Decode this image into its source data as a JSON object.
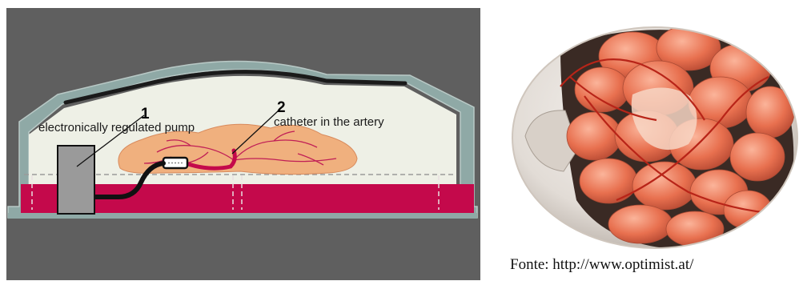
{
  "diagram": {
    "labels": {
      "pump": "electronically regulated pump",
      "catheter": "catheter in the artery",
      "marker_1": "1",
      "marker_2": "2"
    },
    "colors": {
      "background": "#5f5f5f",
      "shell_outer": "#8fa9a6",
      "chamber": "#eef0e6",
      "fluid": "#c4094b",
      "organ": "#f0b07e",
      "vessel": "#c01e56",
      "pump_box": "#9a9a9a",
      "tube": "#111111"
    }
  },
  "photo": {
    "caption": "Fonte: http://www.optimist.at/",
    "colors": {
      "dish": "#eeeae6",
      "tissue": "#e56a4c",
      "tissue_highlight": "#f59c7c"
    }
  }
}
